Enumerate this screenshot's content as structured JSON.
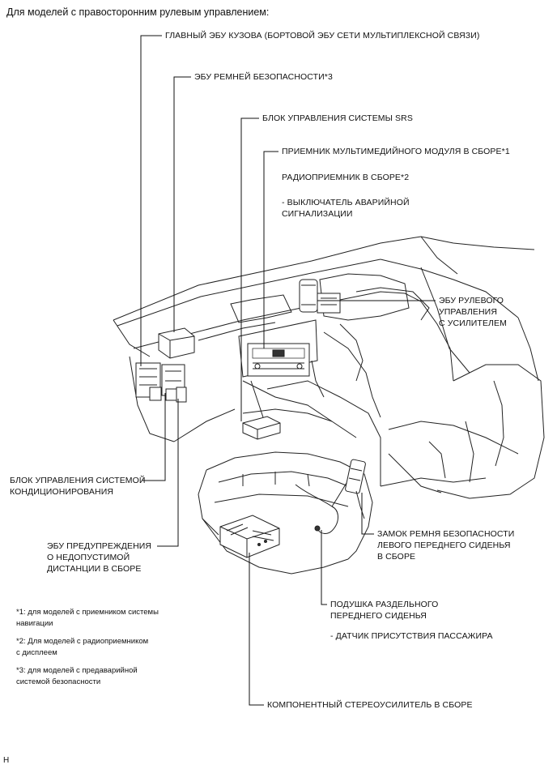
{
  "header": "Для моделей с правосторонним рулевым управлением:",
  "labels": {
    "body_ecu": "ГЛАВНЫЙ ЭБУ КУЗОВА (БОРТОВОЙ ЭБУ СЕТИ МУЛЬТИПЛЕКСНОЙ СВЯЗИ)",
    "seatbelt_ecu": "ЭБУ РЕМНЕЙ БЕЗОПАСНОСТИ*3",
    "srs_unit": "БЛОК УПРАВЛЕНИЯ СИСТЕМЫ SRS",
    "multimedia_receiver": "ПРИЕМНИК МУЛЬТИМЕДИЙНОГО МОДУЛЯ В СБОРЕ*1",
    "radio_receiver": "РАДИОПРИЕМНИК В СБОРЕ*2",
    "hazard_switch_1": "- ВЫКЛЮЧАТЕЛЬ АВАРИЙНОЙ",
    "hazard_switch_2": "СИГНАЛИЗАЦИИ",
    "eps_ecu_1": "ЭБУ РУЛЕВОГО",
    "eps_ecu_2": "УПРАВЛЕНИЯ",
    "eps_ecu_3": "С УСИЛИТЕЛЕМ",
    "ac_unit_1": "БЛОК УПРАВЛЕНИЯ СИСТЕМОЙ",
    "ac_unit_2": "КОНДИЦИОНИРОВАНИЯ",
    "distance_ecu_1": "ЭБУ ПРЕДУПРЕЖДЕНИЯ",
    "distance_ecu_2": "О НЕДОПУСТИМОЙ",
    "distance_ecu_3": "ДИСТАНЦИИ В СБОРЕ",
    "buckle_1": "ЗАМОК РЕМНЯ БЕЗОПАСНОСТИ",
    "buckle_2": "ЛЕВОГО ПЕРЕДНЕГО СИДЕНЬЯ",
    "buckle_3": "В СБОРЕ",
    "seat_cushion_1": "ПОДУШКА РАЗДЕЛЬНОГО",
    "seat_cushion_2": "ПЕРЕДНЕГО СИДЕНЬЯ",
    "occupant_sensor": "- ДАТЧИК ПРИСУТСТВИЯ ПАССАЖИРА",
    "amplifier": "КОМПОНЕНТНЫЙ СТЕРЕОУСИЛИТЕЛЬ В СБОРЕ"
  },
  "notes": {
    "n1_a": "*1: для моделей с приемником системы",
    "n1_b": "навигации",
    "n2_a": "*2: Для моделей с радиоприемником",
    "n2_b": "с дисплеем",
    "n3_a": "*3: для моделей с предаварийной",
    "n3_b": "системой безопасности"
  },
  "footer_code": "H"
}
